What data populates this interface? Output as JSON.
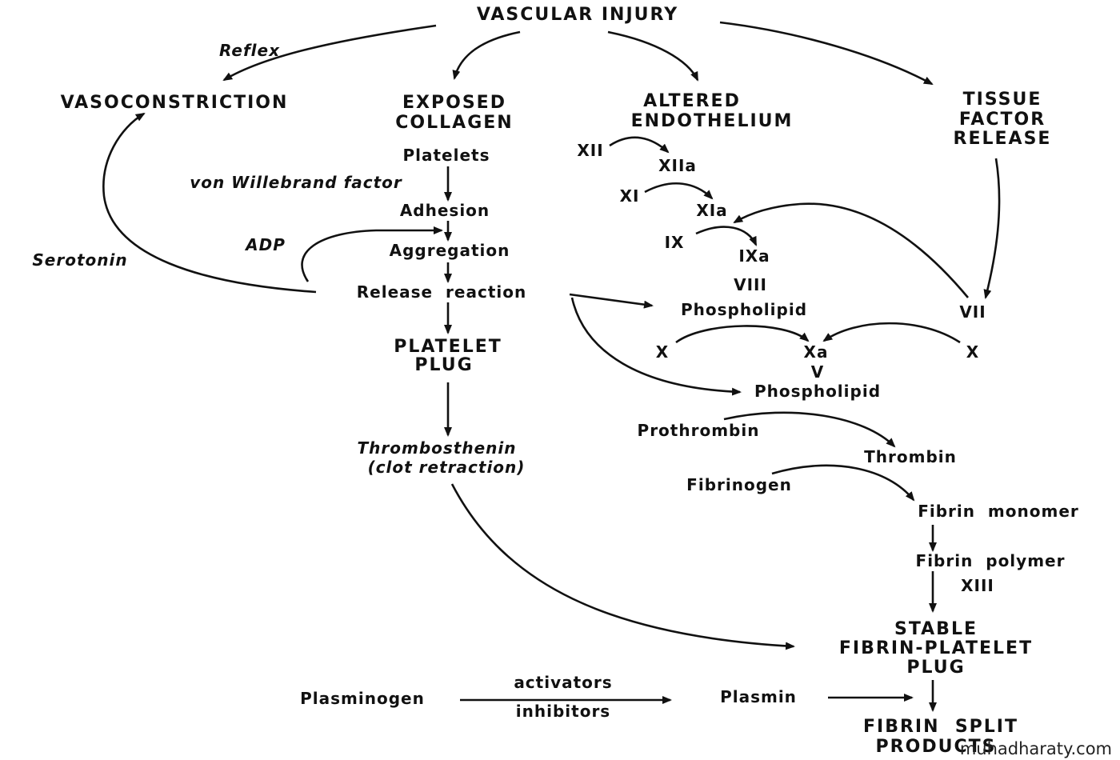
{
  "nodes": {
    "vascular_injury": "VASCULAR INJURY",
    "reflex": "Reflex",
    "vasoconstriction": "VASOCONSTRICTION",
    "exposed_collagen_1": "EXPOSED",
    "exposed_collagen_2": "COLLAGEN",
    "altered_endothelium_1": "ALTERED",
    "altered_endothelium_2": "ENDOTHELIUM",
    "tissue_factor_1": "TISSUE",
    "tissue_factor_2": "FACTOR",
    "tissue_factor_3": "RELEASE",
    "platelets": "Platelets",
    "vwf": "von Willebrand factor",
    "adhesion": "Adhesion",
    "adp": "ADP",
    "aggregation": "Aggregation",
    "serotonin": "Serotonin",
    "release_reaction": "Release  reaction",
    "platelet_plug_1": "PLATELET",
    "platelet_plug_2": "PLUG",
    "thrombosthenin_1": "Thrombosthenin",
    "thrombosthenin_2": "(clot retraction)",
    "xii": "XII",
    "xiia": "XIIa",
    "xi": "XI",
    "xia": "XIa",
    "ix": "IX",
    "ixa": "IXa",
    "viii": "VIII",
    "phospholipid_1": "Phospholipid",
    "vii": "VII",
    "x_left": "X",
    "xa": "Xa",
    "x_right": "X",
    "v": "V",
    "phospholipid_2": "Phospholipid",
    "prothrombin": "Prothrombin",
    "thrombin": "Thrombin",
    "fibrinogen": "Fibrinogen",
    "fibrin_monomer": "Fibrin  monomer",
    "fibrin_polymer": "Fibrin  polymer",
    "xiii": "XIII",
    "stable_plug_1": "STABLE",
    "stable_plug_2": "FIBRIN-PLATELET",
    "stable_plug_3": "PLUG",
    "plasminogen": "Plasminogen",
    "activators": "activators",
    "inhibitors": "inhibitors",
    "plasmin": "Plasmin",
    "fibrin_split_1": "FIBRIN  SPLIT",
    "fibrin_split_2": "PRODUCTS"
  },
  "watermark": "muhadharaty.com"
}
